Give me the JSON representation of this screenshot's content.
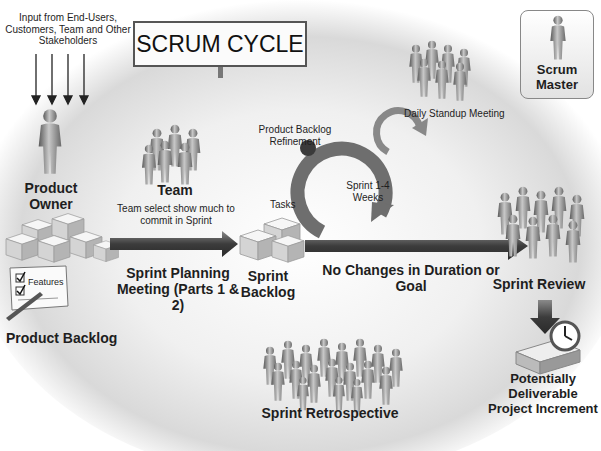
{
  "diagram": {
    "title": "SCRUM CYCLE",
    "nodes": [
      {
        "text": [
          "Scrum Master"
        ]
      }
    ],
    "labels": [
      "Input from End-Users, Customers, Team and Other Stakeholders",
      "Product Owner",
      "Features",
      "Product Backlog",
      "Team",
      "Team select show much to commit in Sprint",
      "Sprint Planning Meeting (Parts 1 & 2)",
      "Tasks",
      "Sprint Backlog",
      "Product Backlog Refinement",
      "Daily Standup Meeting",
      "Sprint 1-4 Weeks",
      "No Changes in Duration or Goal",
      "Sprint Review",
      "Potentially Deliverable Project Increment",
      "Sprint Retrospective"
    ]
  }
}
